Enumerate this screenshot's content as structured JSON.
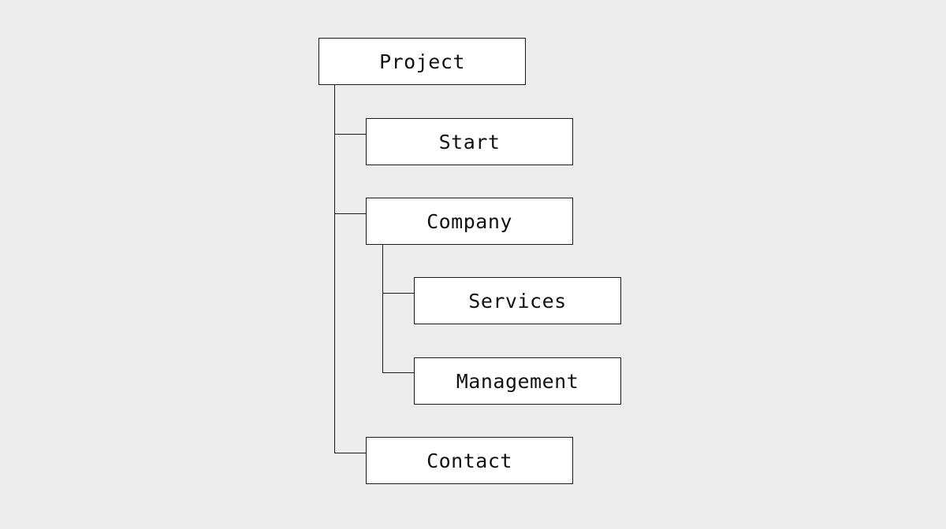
{
  "tree": {
    "root": {
      "label": "Project"
    },
    "children": [
      {
        "label": "Start"
      },
      {
        "label": "Company",
        "children": [
          {
            "label": "Services"
          },
          {
            "label": "Management"
          }
        ]
      },
      {
        "label": "Contact"
      }
    ]
  },
  "colors": {
    "background": "#ececec",
    "node_fill": "#ffffff",
    "line": "#1a1a1a",
    "text": "#111111"
  }
}
